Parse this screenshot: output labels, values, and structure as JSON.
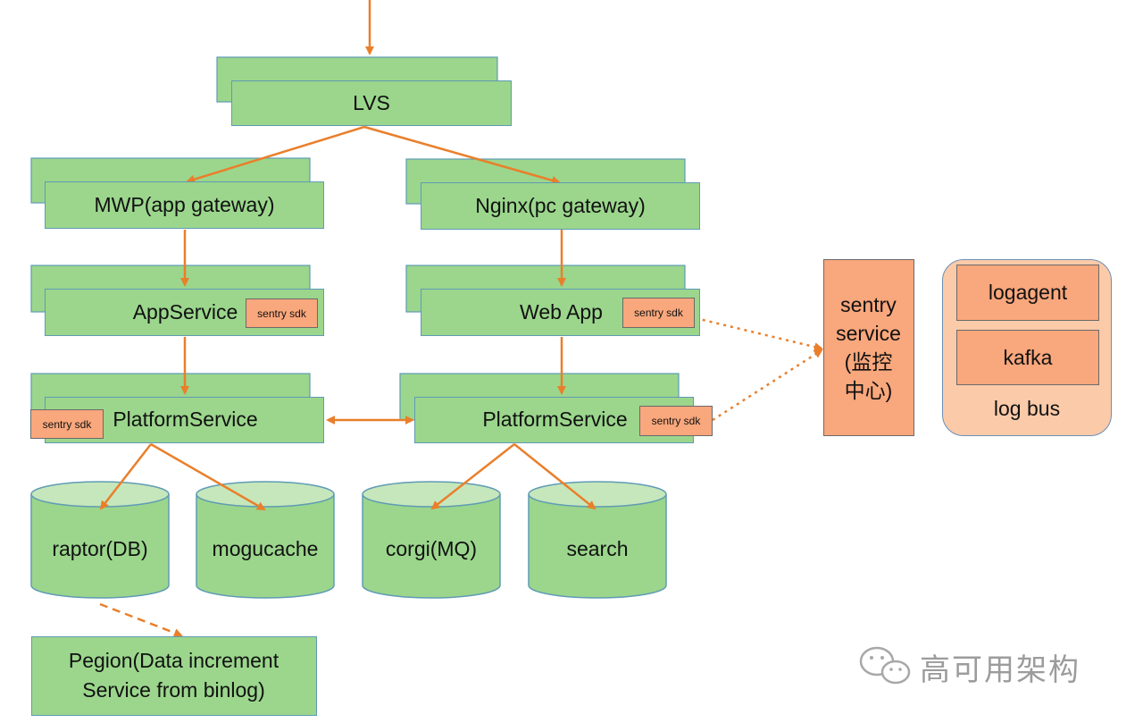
{
  "nodes": {
    "lvs": "LVS",
    "mwp": "MWP(app gateway)",
    "nginx": "Nginx(pc gateway)",
    "app_service": "AppService",
    "web_app": "Web App",
    "platform_left": "PlatformService",
    "platform_right": "PlatformService",
    "sentry_sdk_label": "sentry sdk",
    "raptor": "raptor(DB)",
    "mogucache": "mogucache",
    "corgi": "corgi(MQ)",
    "search": "search",
    "pegion_line1": "Pegion(Data increment",
    "pegion_line2": "Service from binlog)",
    "sentry_line1": "sentry",
    "sentry_line2": "service",
    "sentry_line3": "(监控",
    "sentry_line4": "中心)",
    "logagent": "logagent",
    "kafka": "kafka",
    "log_bus": "log bus"
  },
  "watermark": {
    "text": "高可用架构",
    "icon": "wechat-icon"
  },
  "colors": {
    "node_green": "#9bd68c",
    "node_border": "#5f9bb5",
    "db_top": "#c6e7bb",
    "sentry_orange": "#f9a77c",
    "log_bus_bg": "#fbcaa9",
    "arrow_orange": "#e97f2b"
  }
}
